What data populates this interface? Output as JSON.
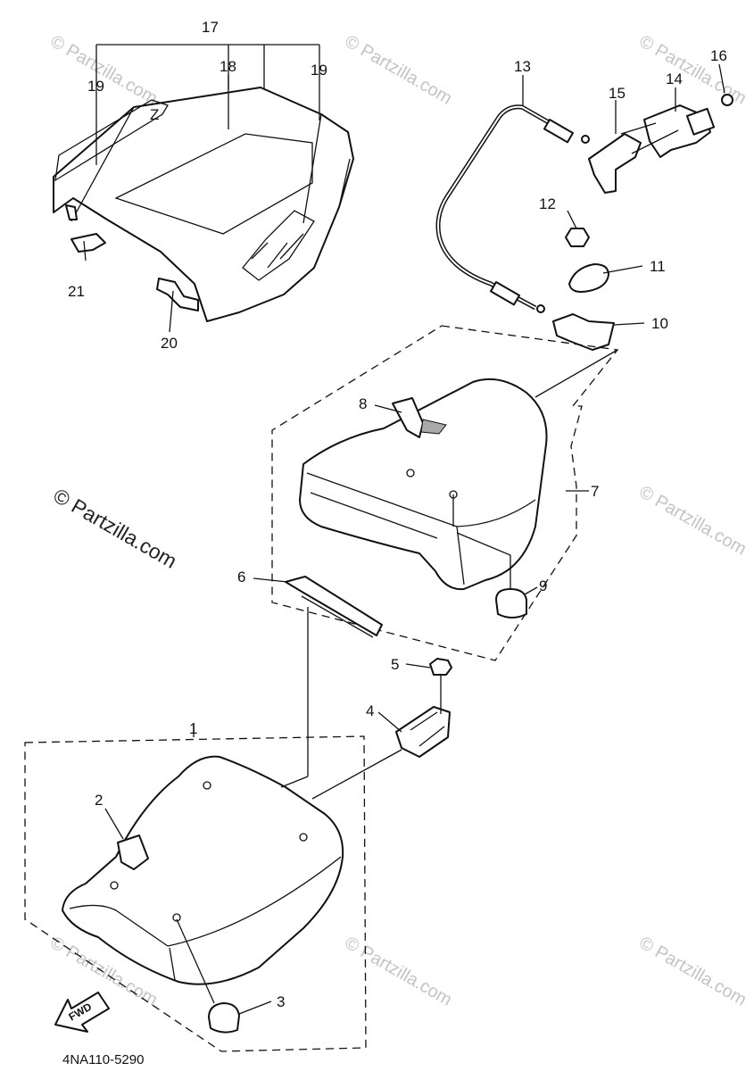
{
  "diagram": {
    "code": "4NA110-5290",
    "fwd_label": "FWD",
    "watermark": "© Partzilla.com",
    "watermark_large": "© Partzilla.com",
    "callouts": [
      "1",
      "2",
      "3",
      "4",
      "5",
      "6",
      "7",
      "8",
      "9",
      "10",
      "11",
      "12",
      "13",
      "14",
      "15",
      "16",
      "17",
      "18",
      "19",
      "19",
      "20",
      "21"
    ]
  }
}
